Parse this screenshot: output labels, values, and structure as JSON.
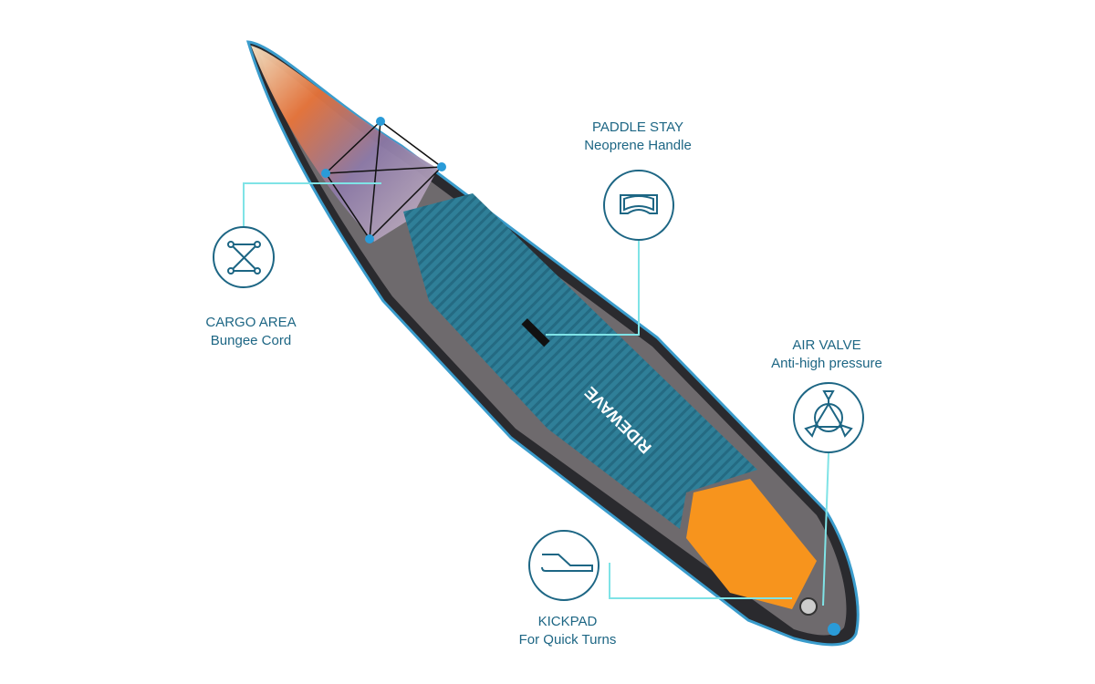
{
  "product": {
    "brand_text": "RIDEWAVE"
  },
  "features": [
    {
      "title": "CARGO AREA",
      "subtitle": "Bungee Cord",
      "icon": "bungee-cord-icon"
    },
    {
      "title": "PADDLE STAY",
      "subtitle": "Neoprene Handle",
      "icon": "handle-icon"
    },
    {
      "title": "AIR VALVE",
      "subtitle": "Anti-high pressure",
      "icon": "air-valve-icon"
    },
    {
      "title": "KICKPAD",
      "subtitle": "For Quick Turns",
      "icon": "kickpad-icon"
    }
  ],
  "colors": {
    "line": "#7fe3e6",
    "icon": "#1d6684",
    "deck": "#2e7d95",
    "kickpad": "#f7941d",
    "rail": "#2a2a2e"
  }
}
